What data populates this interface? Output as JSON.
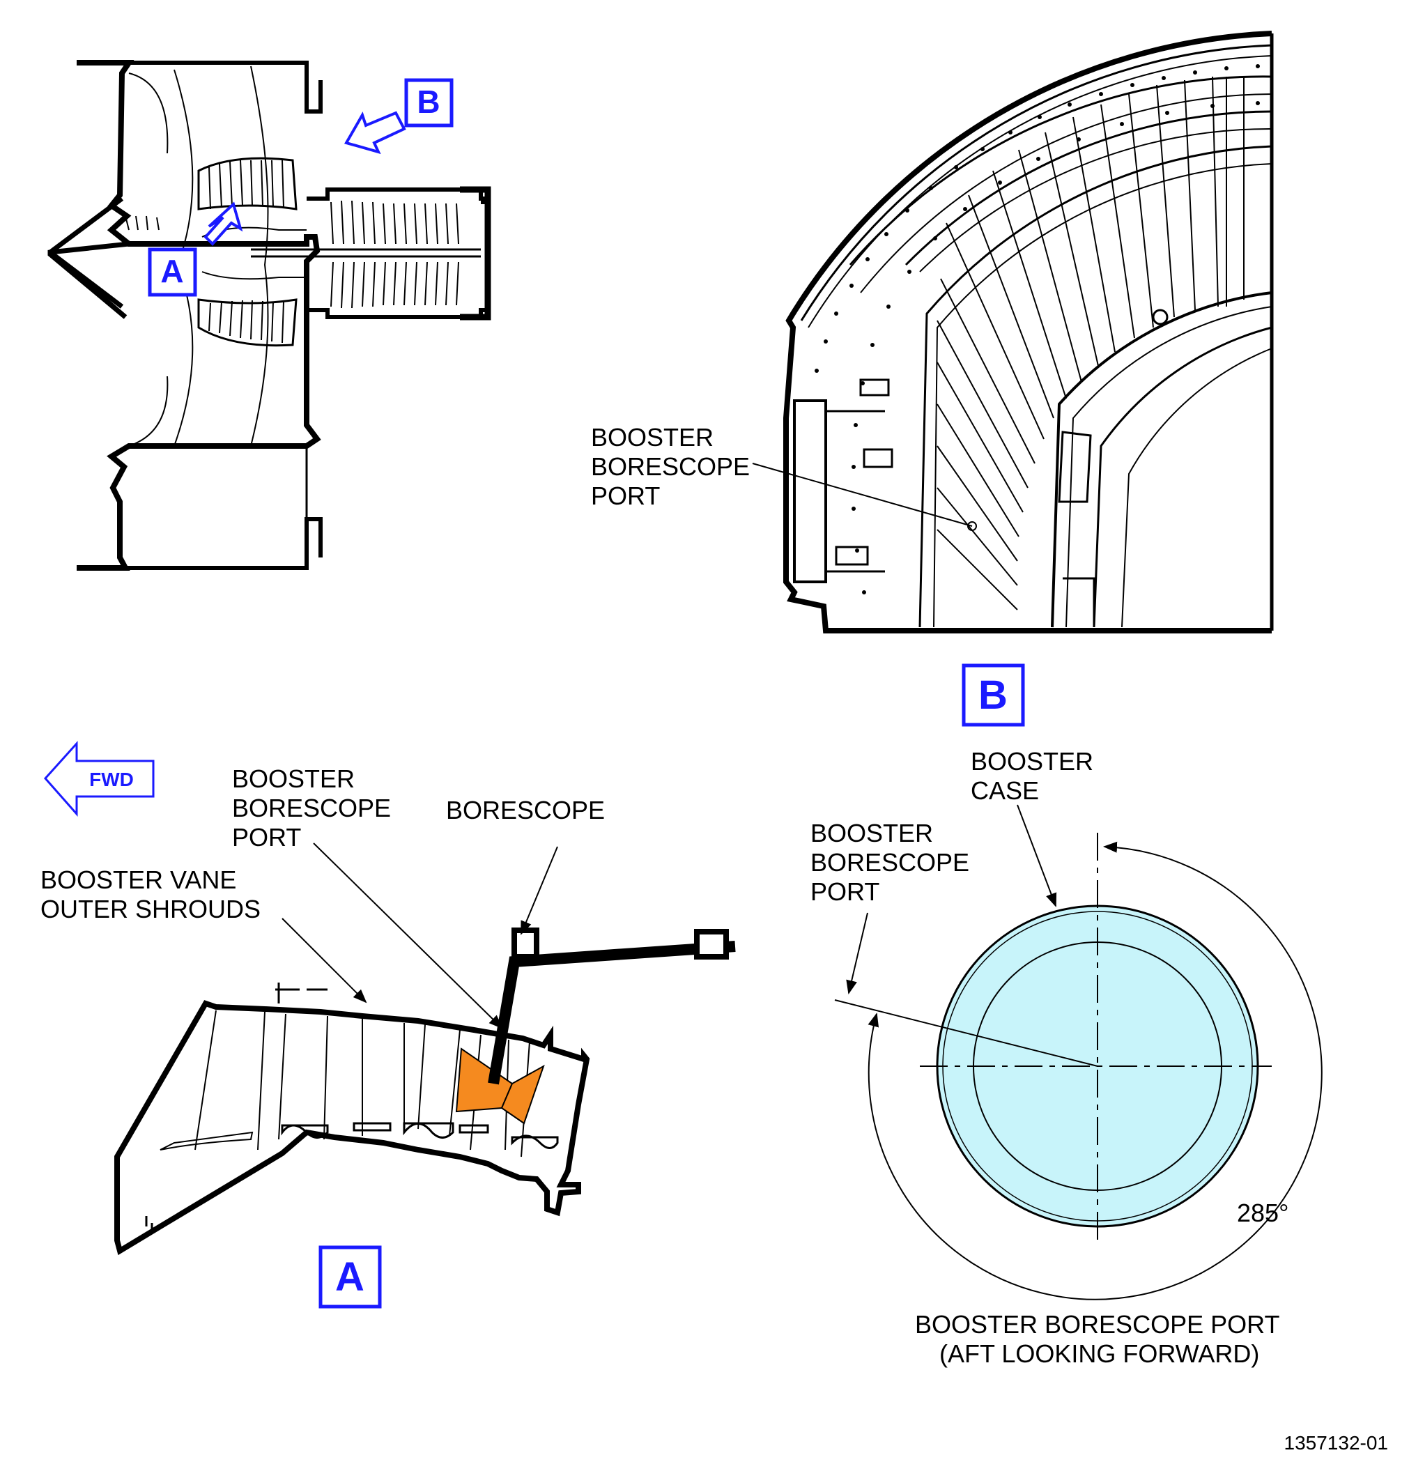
{
  "overview": {
    "view_a_tag": "A",
    "view_b_tag": "B"
  },
  "view_b": {
    "port_label": [
      "BOOSTER",
      "BORESCOPE",
      "PORT"
    ],
    "view_tag": "B"
  },
  "view_a": {
    "fwd_label": "FWD",
    "port_label": [
      "BOOSTER",
      "BORESCOPE",
      "PORT"
    ],
    "borescope_label": "BORESCOPE",
    "vane_label": [
      "BOOSTER VANE",
      "OUTER SHROUDS"
    ],
    "view_tag": "A"
  },
  "port_view": {
    "case_label": [
      "BOOSTER",
      "CASE"
    ],
    "port_label": [
      "BOOSTER",
      "BORESCOPE",
      "PORT"
    ],
    "angle": "285°",
    "caption": [
      "BOOSTER BORESCOPE PORT",
      "(AFT LOOKING FORWARD)"
    ]
  },
  "figure_number": "1357132-01",
  "colors": {
    "callout_blue": "#1a1aff",
    "case_fill": "#c8f4fa",
    "borescope_cone": "#f58a1f"
  }
}
